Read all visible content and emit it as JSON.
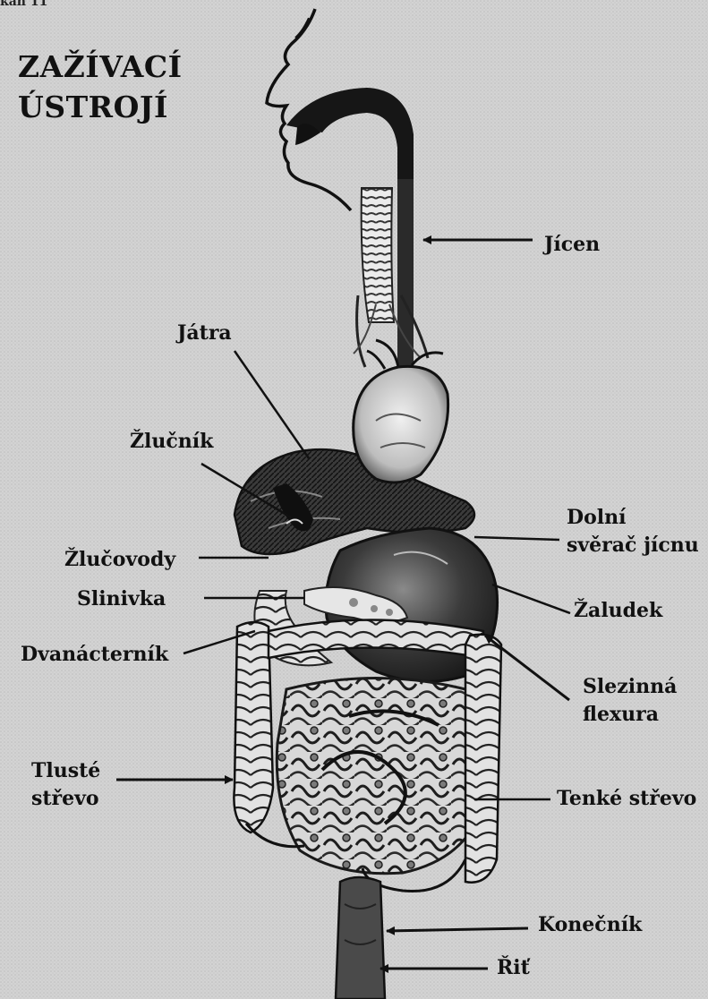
{
  "header_fragment": "kan 11",
  "title": {
    "line1": "ZAŽÍVACÍ",
    "line2": "ÚSTROJÍ"
  },
  "labels": {
    "jicen": "Jícen",
    "jatra": "Játra",
    "zlucnik": "Žlučník",
    "dolni_sverac_line1": "Dolní",
    "dolni_sverac_line2": "svěrač jícnu",
    "zlucovody": "Žlučovody",
    "slinivka": "Slinivka",
    "zaludek": "Žaludek",
    "dvanacternik": "Dvanácterník",
    "slezinna_line1": "Slezinná",
    "slezinna_line2": "flexura",
    "tluste_line1": "Tlusté",
    "tluste_line2": "střevo",
    "tenke_strevo": "Tenké střevo",
    "konecnik": "Konečník",
    "rit": "Řiť"
  },
  "colors": {
    "page_background": "#cfcfcf",
    "ink": "#111111"
  }
}
